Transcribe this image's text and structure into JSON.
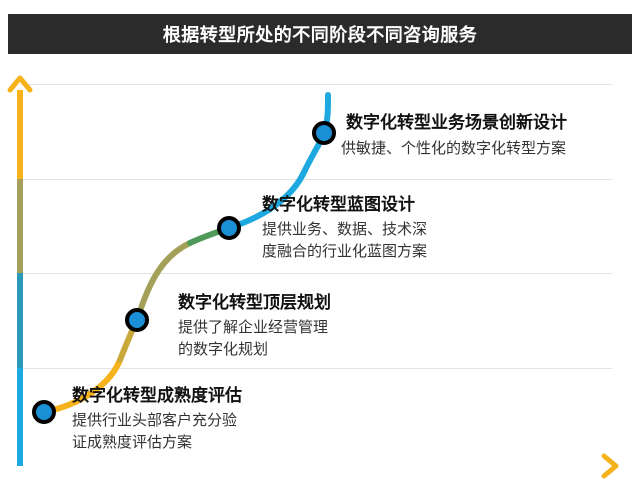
{
  "title": "根据转型所处的不同阶段不同咨询服务",
  "colors": {
    "title_bg": "#2b2b2b",
    "yellow": "#f5b21b",
    "olive": "#a4a059",
    "green": "#4f9a59",
    "blue": "#1ea8e0"
  },
  "stages": [
    {
      "title": "数字化转型成熟度评估",
      "desc": [
        "提供行业头部客户充分验",
        "证成熟度评估方案"
      ]
    },
    {
      "title": "数字化转型顶层规划",
      "desc": [
        "提供了解企业经营管理",
        "的数字化规划"
      ]
    },
    {
      "title": "数字化转型蓝图设计",
      "desc": [
        "提供业务、数据、技术深",
        "度融合的行业化蓝图方案"
      ]
    },
    {
      "title": "数字化转型业务场景创新设计",
      "desc": [
        "供敏捷、个性化的数字化转型方案"
      ]
    }
  ]
}
